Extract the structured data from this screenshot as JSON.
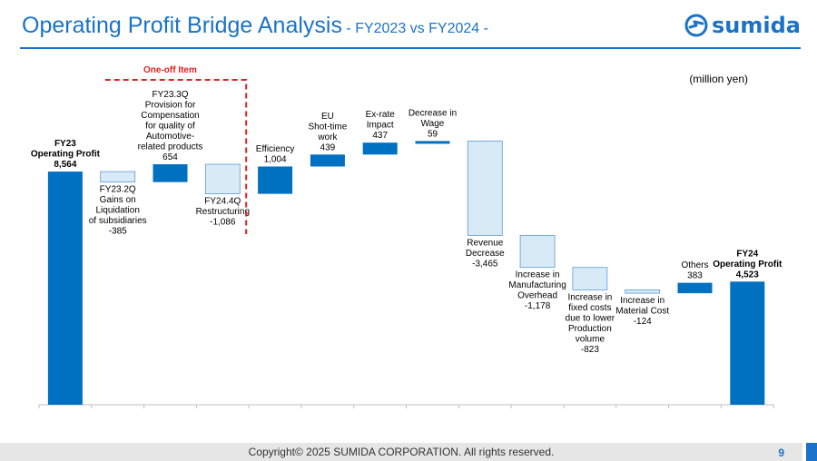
{
  "header": {
    "title": "Operating Profit Bridge Analysis",
    "subtitle": " - FY2023 vs FY2024 -",
    "logo_text": "sumida"
  },
  "unit_label": "(million yen)",
  "one_off_label": "One-off Item",
  "footer": {
    "copyright": "Copyright© 2025 SUMIDA CORPORATION. All rights reserved.",
    "page": "9"
  },
  "colors": {
    "brand": "#1a73c8",
    "bar_positive": "#0070c0",
    "bar_negative": "#d9eaf7",
    "bar_negative_border": "#5b9bd5",
    "one_off_border": "#e02020"
  },
  "chart_data": {
    "type": "waterfall",
    "categories": [
      "FY23 Operating Profit",
      "FY23.2Q Gains on Liquidation of subsidiaries",
      "FY23.3Q Provision for Compensation for quality of Automotive-related products",
      "FY24.4Q Restructuring",
      "Efficiency",
      "EU Shot-time work",
      "Ex-rate Impact",
      "Decrease in Wage",
      "Revenue Decrease",
      "Increase in Manufacturing Overhead",
      "Increase in fixed costs due to lower Production volume",
      "Increase in Material Cost",
      "Others",
      "FY24 Operating Profit"
    ],
    "values": [
      8564,
      -385,
      654,
      -1086,
      1004,
      439,
      437,
      59,
      -3465,
      -1178,
      -823,
      -124,
      383,
      4523
    ],
    "kinds": [
      "total",
      "delta",
      "delta",
      "delta",
      "delta",
      "delta",
      "delta",
      "delta",
      "delta",
      "delta",
      "delta",
      "delta",
      "delta",
      "total"
    ],
    "value_labels": [
      "8,564",
      "-385",
      "654",
      "-1,086",
      "1,004",
      "439",
      "437",
      "59",
      "-3,465",
      "-1,178",
      "-823",
      "-124",
      "383",
      "4,523"
    ],
    "labels": [
      [
        "FY23",
        "Operating Profit"
      ],
      [
        "FY23.2Q",
        "Gains on",
        "Liquidation",
        "of subsidiaries"
      ],
      [
        "FY23.3Q",
        "Provision for",
        "Compensation",
        "for quality of",
        "Automotive-",
        "related products"
      ],
      [
        "FY24.4Q",
        "Restructuring"
      ],
      [
        "Efficiency"
      ],
      [
        "EU",
        "Shot-time",
        "work"
      ],
      [
        "Ex-rate",
        "Impact"
      ],
      [
        "Decrease in",
        "Wage"
      ],
      [
        "Revenue",
        "Decrease"
      ],
      [
        "Increase in",
        "Manufacturing",
        "Overhead"
      ],
      [
        "Increase in",
        "fixed costs",
        "due to lower",
        "Production",
        "volume"
      ],
      [
        "Increase in",
        "Material Cost"
      ],
      [
        "Others"
      ],
      [
        "FY24",
        "Operating Profit"
      ]
    ],
    "one_off_items": [
      1,
      2,
      3
    ],
    "ylim": [
      0,
      8800
    ],
    "xlabel": "",
    "ylabel": "",
    "legend": "none",
    "grid": false
  }
}
